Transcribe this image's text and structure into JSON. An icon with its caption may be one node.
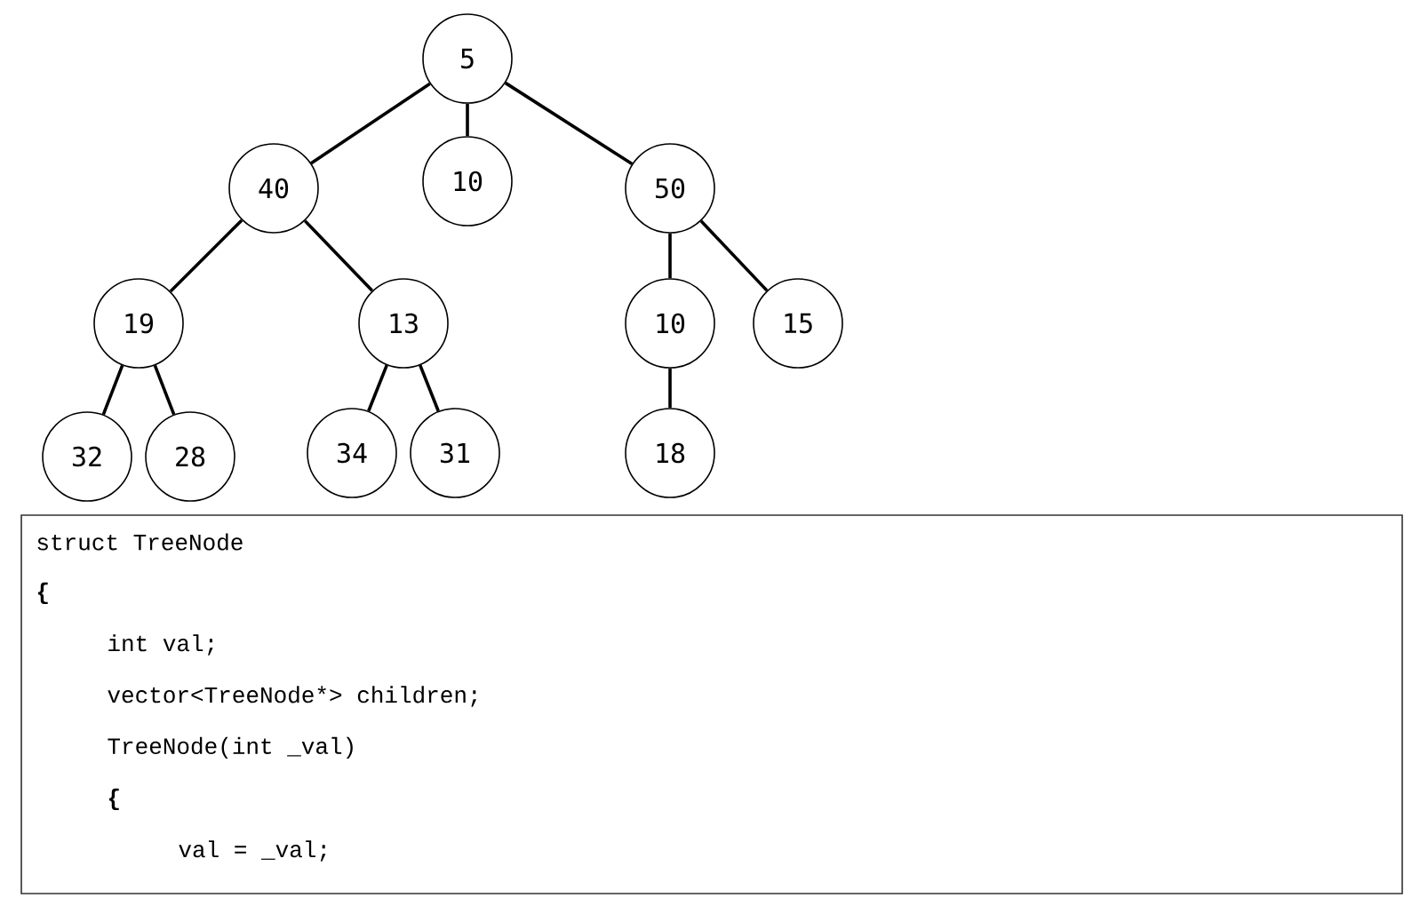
{
  "diagram": {
    "nodes": [
      {
        "text": [
          "5"
        ]
      },
      {
        "text": [
          "40"
        ]
      },
      {
        "text": [
          "10"
        ]
      },
      {
        "text": [
          "50"
        ]
      },
      {
        "text": [
          "19"
        ]
      },
      {
        "text": [
          "13"
        ]
      },
      {
        "text": [
          "10"
        ]
      },
      {
        "text": [
          "15"
        ]
      },
      {
        "text": [
          "32"
        ]
      },
      {
        "text": [
          "28"
        ]
      },
      {
        "text": [
          "34"
        ]
      },
      {
        "text": [
          "31"
        ]
      },
      {
        "text": [
          "18"
        ]
      },
      {
        "text": [
          "struct TreeNode",
          "{",
          "int val;",
          "vector<TreeNode*> children;",
          "TreeNode(int _val)",
          "{",
          "val = _val;"
        ]
      }
    ],
    "edges": [
      {
        "from": 0,
        "to": 1,
        "arrow": "none"
      },
      {
        "from": 0,
        "to": 2,
        "arrow": "none"
      },
      {
        "from": 0,
        "to": 3,
        "arrow": "none"
      },
      {
        "from": 1,
        "to": 4,
        "arrow": "none"
      },
      {
        "from": 1,
        "to": 5,
        "arrow": "none"
      },
      {
        "from": 3,
        "to": 6,
        "arrow": "none"
      },
      {
        "from": 3,
        "to": 7,
        "arrow": "none"
      },
      {
        "from": 4,
        "to": 8,
        "arrow": "none"
      },
      {
        "from": 4,
        "to": 9,
        "arrow": "none"
      },
      {
        "from": 5,
        "to": 10,
        "arrow": "none"
      },
      {
        "from": 5,
        "to": 11,
        "arrow": "none"
      },
      {
        "from": 6,
        "to": 12,
        "arrow": "none"
      }
    ]
  }
}
